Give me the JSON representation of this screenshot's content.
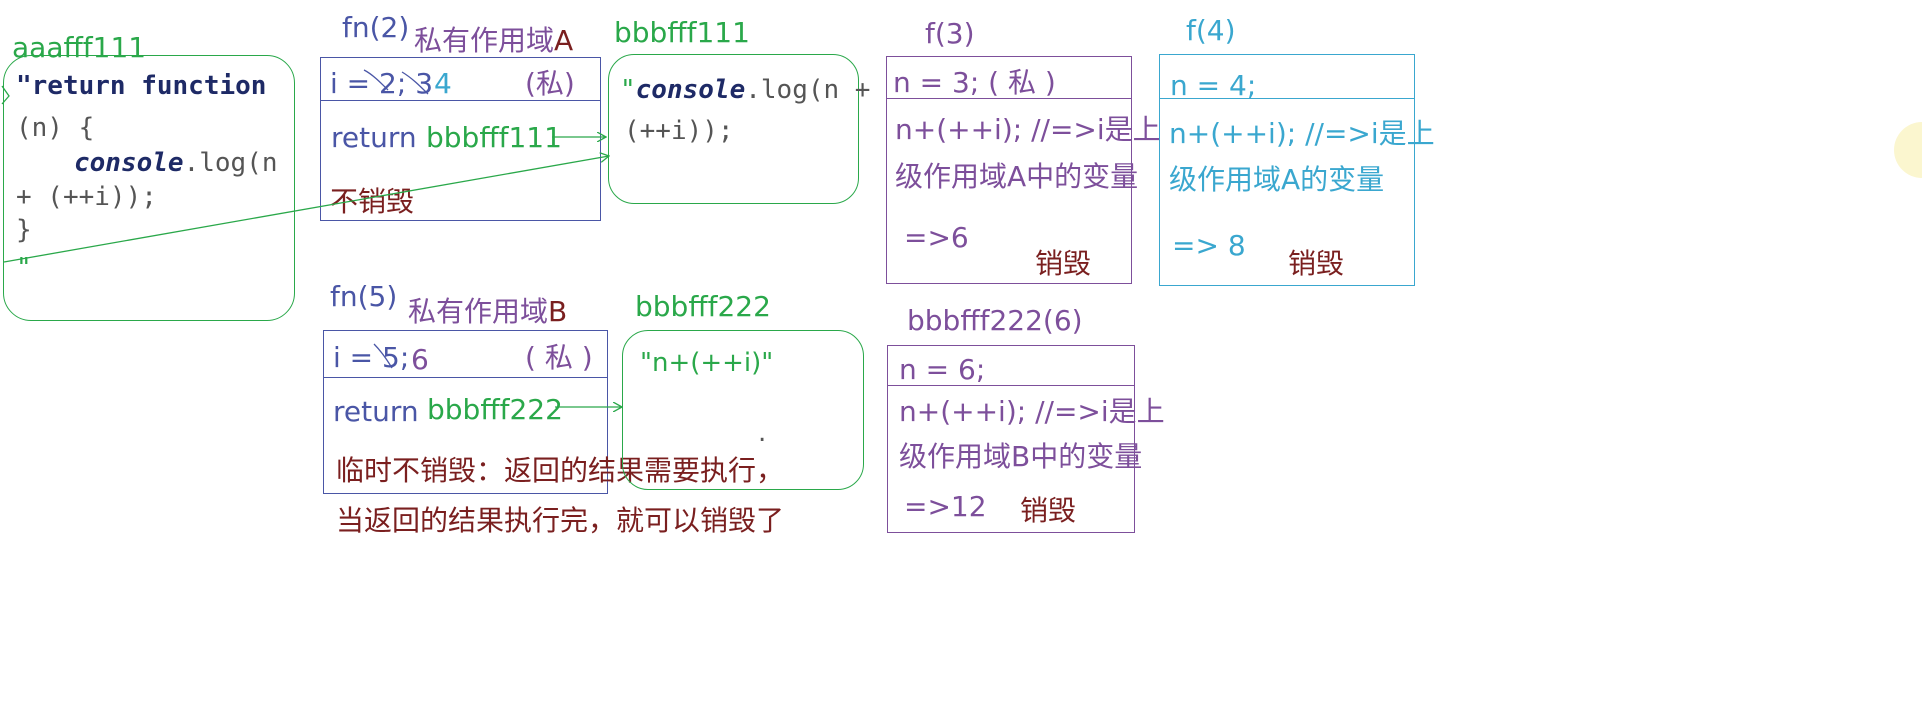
{
  "heap_a": {
    "label": "aaafff111",
    "line1": "\"return function",
    "line2": "(n) {",
    "line3_obj": "console",
    "line3_rest": ".log(n",
    "line4": "+ (++i));",
    "line5": "}",
    "line6": "\""
  },
  "scope_a": {
    "call_label": "fn(2)",
    "title": "私有作用域",
    "title_letter": "A",
    "var_line": "i = 2; 3",
    "var_new": "4",
    "private": "(私)",
    "return_kw": "return",
    "return_ref": "bbbfff111",
    "note": "不销毁"
  },
  "heap_b1": {
    "label": "bbbfff111",
    "line1_quote": "\"",
    "line1_obj": "console",
    "line1_rest": ".log(n +",
    "line2": "(++i));"
  },
  "f3": {
    "label": "f(3)",
    "var_line": "n = 3; ( 私 )",
    "expr": "n+(++i); //=>i是上",
    "expr2": "级作用域A中的变量",
    "result": "=>6",
    "destroy": "销毁"
  },
  "f4": {
    "label": "f(4)",
    "var_line": "n = 4;",
    "expr": "n+(++i);  //=>i是上",
    "expr2": "级作用域A的变量",
    "result": "=> 8",
    "destroy": "销毁"
  },
  "scope_b": {
    "call_label": "fn(5)",
    "title": "私有作用域",
    "title_letter": "B",
    "var_line": "i = 5;",
    "var_new": "6",
    "private": "( 私 )",
    "return_kw": "return",
    "return_ref": "bbbfff222",
    "note1": "临时不销毁：返回的结果需要执行，",
    "note2": "当返回的结果执行完，就可以销毁了"
  },
  "heap_b2": {
    "label": "bbbfff222",
    "line1": "\"n+(++i)\"",
    "dot": "."
  },
  "b222call": {
    "label": "bbbfff222(6)",
    "var_line": "n = 6;",
    "expr": "n+(++i); //=>i是上",
    "expr2": "级作用域B中的变量",
    "result": "=>12",
    "destroy": "销毁"
  }
}
